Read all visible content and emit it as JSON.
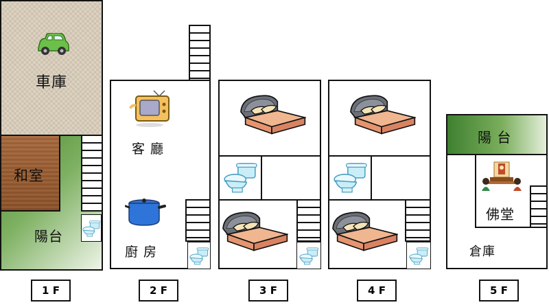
{
  "floors": {
    "f1": {
      "tag": "1 F",
      "garage": "車庫",
      "tatami": "和室",
      "balcony": "陽台"
    },
    "f2": {
      "tag": "2 F",
      "living": "客 廳",
      "kitchen": "廚 房"
    },
    "f3": {
      "tag": "3 F"
    },
    "f4": {
      "tag": "4 F"
    },
    "f5": {
      "tag": "5 F",
      "balcony": "陽 台",
      "shrine": "佛堂",
      "storage": "倉庫"
    }
  },
  "icons": {
    "car": "car-icon",
    "tv": "tv-icon",
    "pot": "pot-icon",
    "bed": "bed-icon",
    "toilet": "toilet-icon",
    "stairs": "stairs-icon",
    "shrine": "shrine-icon"
  },
  "colors": {
    "green": "#5f9a41",
    "wood": "#8b5128",
    "garage": "#ded3c0"
  }
}
